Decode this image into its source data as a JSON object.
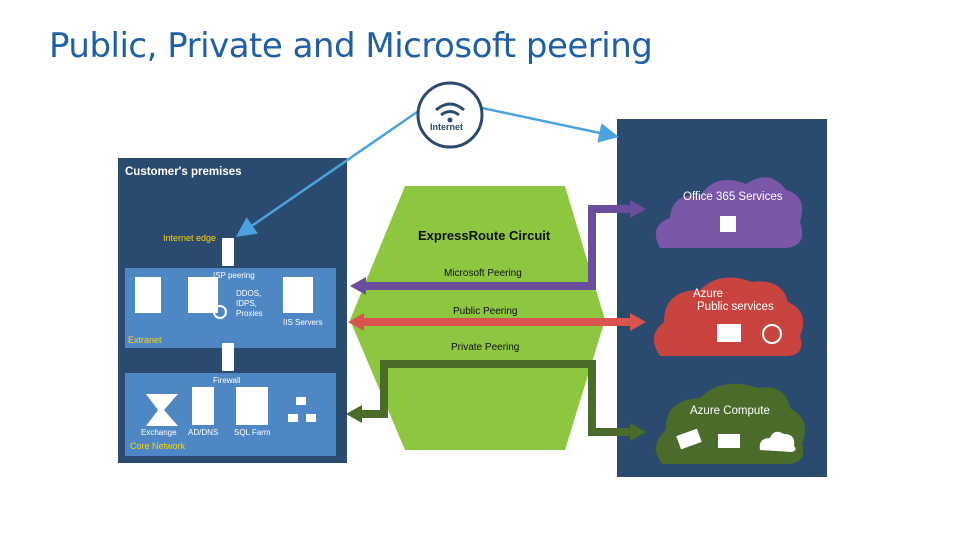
{
  "title": "Public, Private and Microsoft peering",
  "internet": {
    "label": "Internet"
  },
  "customer": {
    "title": "Customer's premises",
    "internet_edge": "Internet edge",
    "isp_peering": "ISP peering",
    "ddos": "DDOS,",
    "idps": "IDPS,",
    "proxies": "Proxies",
    "iis": "IIS Servers",
    "extranet": "Extranet",
    "firewall": "Firewall",
    "exchange": "Exchange",
    "ad_dns": "AD/DNS",
    "sql": "SQL Farm",
    "core": "Core Network"
  },
  "circuit": {
    "title": "ExpressRoute Circuit",
    "microsoft": "Microsoft Peering",
    "public": "Public Peering",
    "private": "Private Peering"
  },
  "services": {
    "office": "Office 365 Services",
    "azure_public_line1": "Azure",
    "azure_public_line2": "Public services",
    "azure_compute": "Azure Compute"
  },
  "colors": {
    "panel": "#2b4a6f",
    "green": "#8dc63f",
    "microsoft_arrow": "#6b4e9b",
    "public_arrow": "#d9534f",
    "private_arrow": "#4a6b2a",
    "internet_line": "#4aa3df"
  }
}
